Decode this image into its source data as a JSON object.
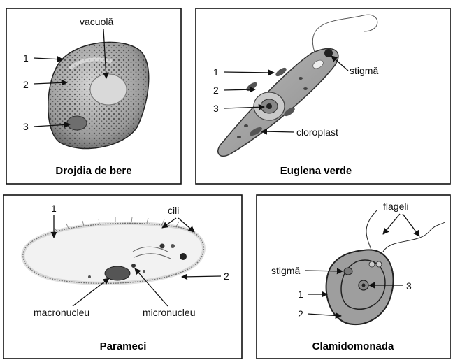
{
  "panels": {
    "drojdia": {
      "title": "Drojdia de bere",
      "labels": {
        "vacuola": "vacuolă",
        "n1": "1",
        "n2": "2",
        "n3": "3"
      }
    },
    "euglena": {
      "title": "Euglena verde",
      "labels": {
        "n1": "1",
        "n2": "2",
        "n3": "3",
        "stigma": "stigmă",
        "cloroplast": "cloroplast"
      }
    },
    "parameci": {
      "title": "Parameci",
      "labels": {
        "n1": "1",
        "cili": "cili",
        "n2": "2",
        "macronucleu": "macronucleu",
        "micronucleu": "micronucleu"
      }
    },
    "clamidomonada": {
      "title": "Clamidomonada",
      "labels": {
        "flageli": "flageli",
        "stigma": "stigmă",
        "n3": "3",
        "n1": "1",
        "n2": "2"
      }
    }
  }
}
